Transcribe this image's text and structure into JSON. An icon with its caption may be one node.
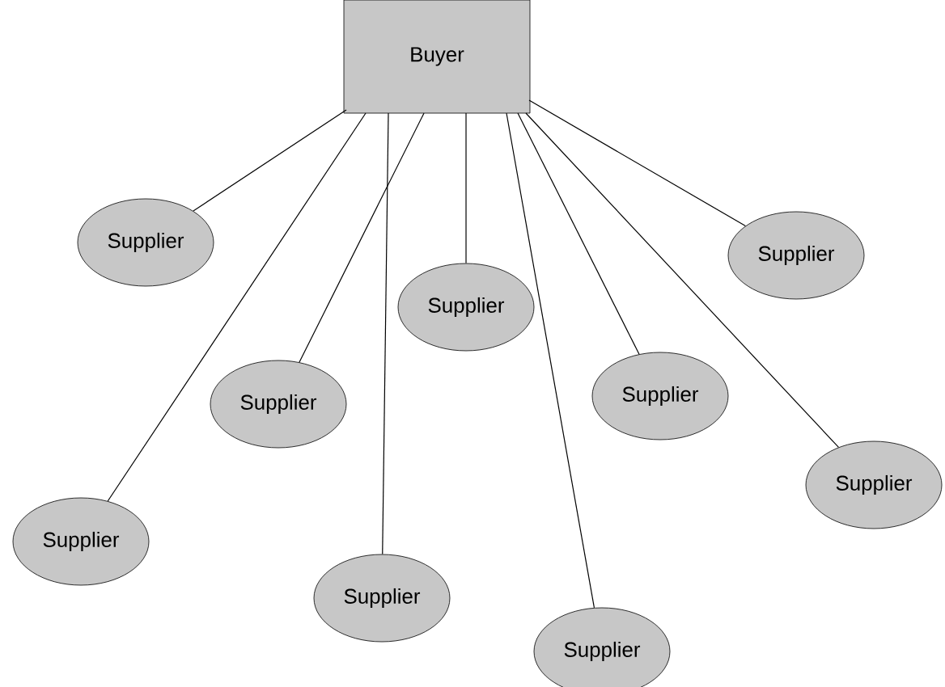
{
  "diagram": {
    "nodes": [
      {
        "text": [
          "Buyer"
        ]
      },
      {
        "text": [
          "Supplier"
        ]
      },
      {
        "text": [
          "Supplier"
        ]
      },
      {
        "text": [
          "Supplier"
        ]
      },
      {
        "text": [
          "Supplier"
        ]
      },
      {
        "text": [
          "Supplier"
        ]
      },
      {
        "text": [
          "Supplier"
        ]
      },
      {
        "text": [
          "Supplier"
        ]
      },
      {
        "text": [
          "Supplier"
        ]
      },
      {
        "text": [
          "Supplier"
        ]
      }
    ],
    "edges": [
      {
        "from": 0,
        "to": 1,
        "arrow": "none"
      },
      {
        "from": 0,
        "to": 2,
        "arrow": "none"
      },
      {
        "from": 0,
        "to": 3,
        "arrow": "none"
      },
      {
        "from": 0,
        "to": 4,
        "arrow": "none"
      },
      {
        "from": 0,
        "to": 5,
        "arrow": "none"
      },
      {
        "from": 0,
        "to": 6,
        "arrow": "none"
      },
      {
        "from": 0,
        "to": 7,
        "arrow": "none"
      },
      {
        "from": 0,
        "to": 8,
        "arrow": "none"
      },
      {
        "from": 0,
        "to": 9,
        "arrow": "none"
      }
    ]
  }
}
